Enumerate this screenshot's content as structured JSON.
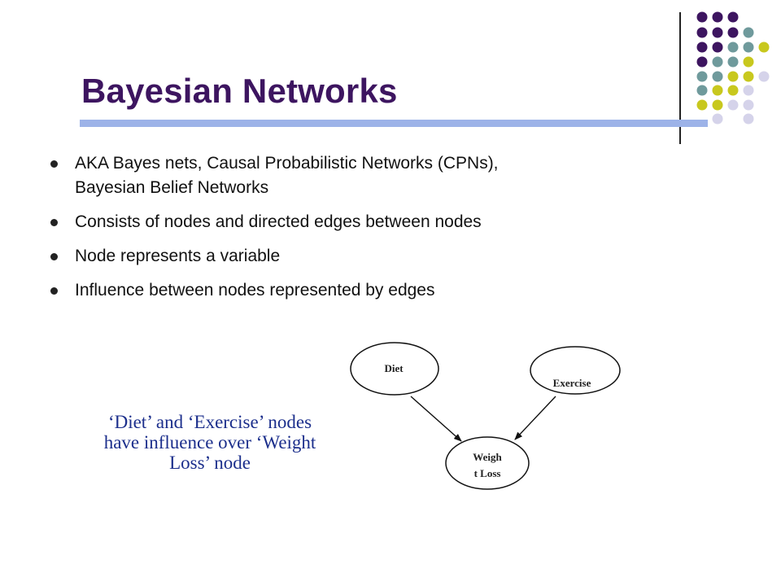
{
  "title": "Bayesian Networks",
  "bullets": [
    {
      "line1": "AKA Bayes nets, Causal Probabilistic Networks (CPNs),",
      "line2": "Bayesian Belief Networks"
    },
    {
      "line1": "Consists of nodes and directed edges between nodes"
    },
    {
      "line1": "Node represents a variable"
    },
    {
      "line1": "Influence between nodes represented by edges"
    }
  ],
  "diagram": {
    "nodes": {
      "diet": "Diet",
      "exercise": "Exercise",
      "weight_loss_line1": "Weigh",
      "weight_loss_line2": "t Loss"
    }
  },
  "caption": {
    "line1": "‘Diet’ and ‘Exercise’ nodes",
    "line2": "have influence over ‘Weight",
    "line3": "Loss’ node"
  },
  "colors": {
    "title": "#3d1560",
    "title_bar": "#9db3e8",
    "caption": "#1c2f8c",
    "dot_purple": "#3d1560",
    "dot_teal": "#6f9a9c",
    "dot_olive": "#c8c81e",
    "dot_lavender": "#d5d3ea"
  }
}
